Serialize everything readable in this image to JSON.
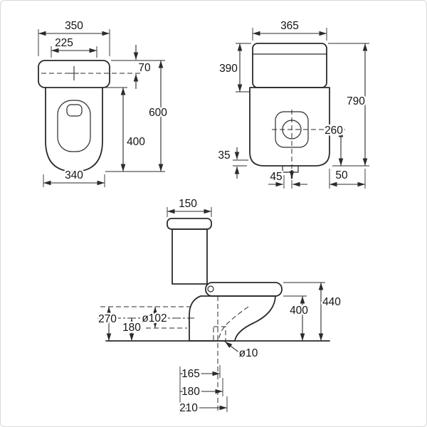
{
  "meta": {
    "drawing_type": "toilet-technical-dimension-diagram"
  },
  "style": {
    "background": "#ffffff",
    "line_color": "#2b2b2b",
    "text_color": "#141414",
    "border_color": "#d9d9d9"
  },
  "views": {
    "plan": {
      "label": "plan-view",
      "dims": {
        "overall_width": "350",
        "tank_inner_width": "225",
        "button_offset": "70",
        "overall_depth": "600",
        "bowl_depth": "400",
        "base_width": "340"
      }
    },
    "front": {
      "label": "front-view",
      "dims": {
        "tank_width": "365",
        "tank_height": "390",
        "overall_height": "790",
        "outlet_center_height": "260",
        "base_inset": "35",
        "outlet_offset": "45",
        "side_clearance": "50"
      }
    },
    "side": {
      "label": "side-view",
      "dims": {
        "tank_depth": "150",
        "inlet_height": "270",
        "outlet_height": "180",
        "outlet_diameter": "ø102",
        "bowl_height": "400",
        "overall_seat_height": "440",
        "fixing_hole_diameter": "ø10",
        "setout_a": "165",
        "setout_b": "180",
        "setout_c": "210"
      }
    }
  }
}
